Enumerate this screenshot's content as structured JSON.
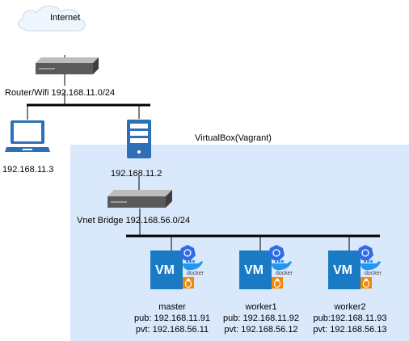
{
  "internet": {
    "label": "Internet"
  },
  "router": {
    "label": "Router/Wifi 192.168.11.0/24"
  },
  "laptop": {
    "ip": "192.168.11.3"
  },
  "host": {
    "ip": "192.168.11.2"
  },
  "virtualbox": {
    "label": "VirtualBox(Vagrant)"
  },
  "vnet": {
    "label": "Vnet Bridge 192.168.56.0/24"
  },
  "vm_badge": "VM",
  "docker_text": "docker",
  "nodes": [
    {
      "name": "master",
      "pub": "pub: 192.168.11.91",
      "pvt": "pvt: 192.168.56.11"
    },
    {
      "name": "worker1",
      "pub": "pub: 192.168.11.92",
      "pvt": "pvt: 192.168.56.12"
    },
    {
      "name": "worker2",
      "pub": "pub:192.168.11.93",
      "pvt": "pvt: 192.168.56.13"
    }
  ],
  "colors": {
    "vbox_fill": "#dae8fc",
    "vm_blue": "#1a7bc4",
    "k8s_blue": "#326ce5",
    "linux_orange": "#f08705",
    "server_blue": "#2f6fb5",
    "cloud_fill": "#eef5fc"
  }
}
